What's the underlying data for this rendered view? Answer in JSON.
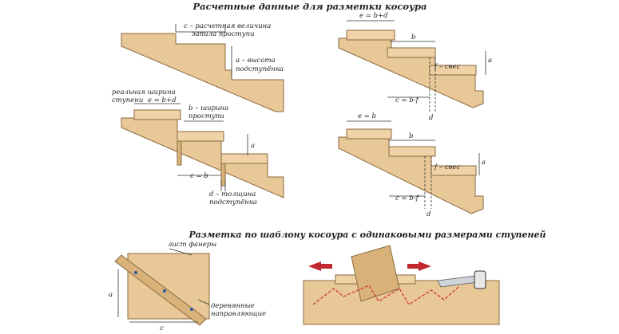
{
  "title_top": "Расчетные данные для разметки косоура",
  "title_bottom": "Разметка по шаблону косоура с одинаковыми размерами ступеней",
  "diagram1": {
    "c_label_1": "c – расчетная величина",
    "c_label_2": "запила проступи",
    "a_label_1": "a – высота",
    "a_label_2": "подступёнка"
  },
  "diagram2": {
    "width_label_1": "реальная ширина",
    "width_label_2": "ступени",
    "width_formula": "e = b+d",
    "b_label_1": "b – ширина",
    "b_label_2": "проступи",
    "a": "a",
    "c": "c = b",
    "d_label_1": "d – толщина",
    "d_label_2": "подступёнка"
  },
  "diagram3": {
    "e": "e = b+d",
    "b": "b",
    "f": "f – свес",
    "a": "a",
    "c": "c = b-f",
    "d": "d"
  },
  "diagram4": {
    "e": "e = b",
    "b": "b",
    "f": "f – свес",
    "a": "a",
    "c": "c = b-f",
    "d": "d"
  },
  "diagram5": {
    "sheet_label": "лист фанеры",
    "a": "a",
    "c": "c",
    "guides_1": "деревянные",
    "guides_2": "направляющие"
  },
  "colors": {
    "wood": "#e8c896",
    "arrow": "#c0282d",
    "mark": "#d03030"
  }
}
